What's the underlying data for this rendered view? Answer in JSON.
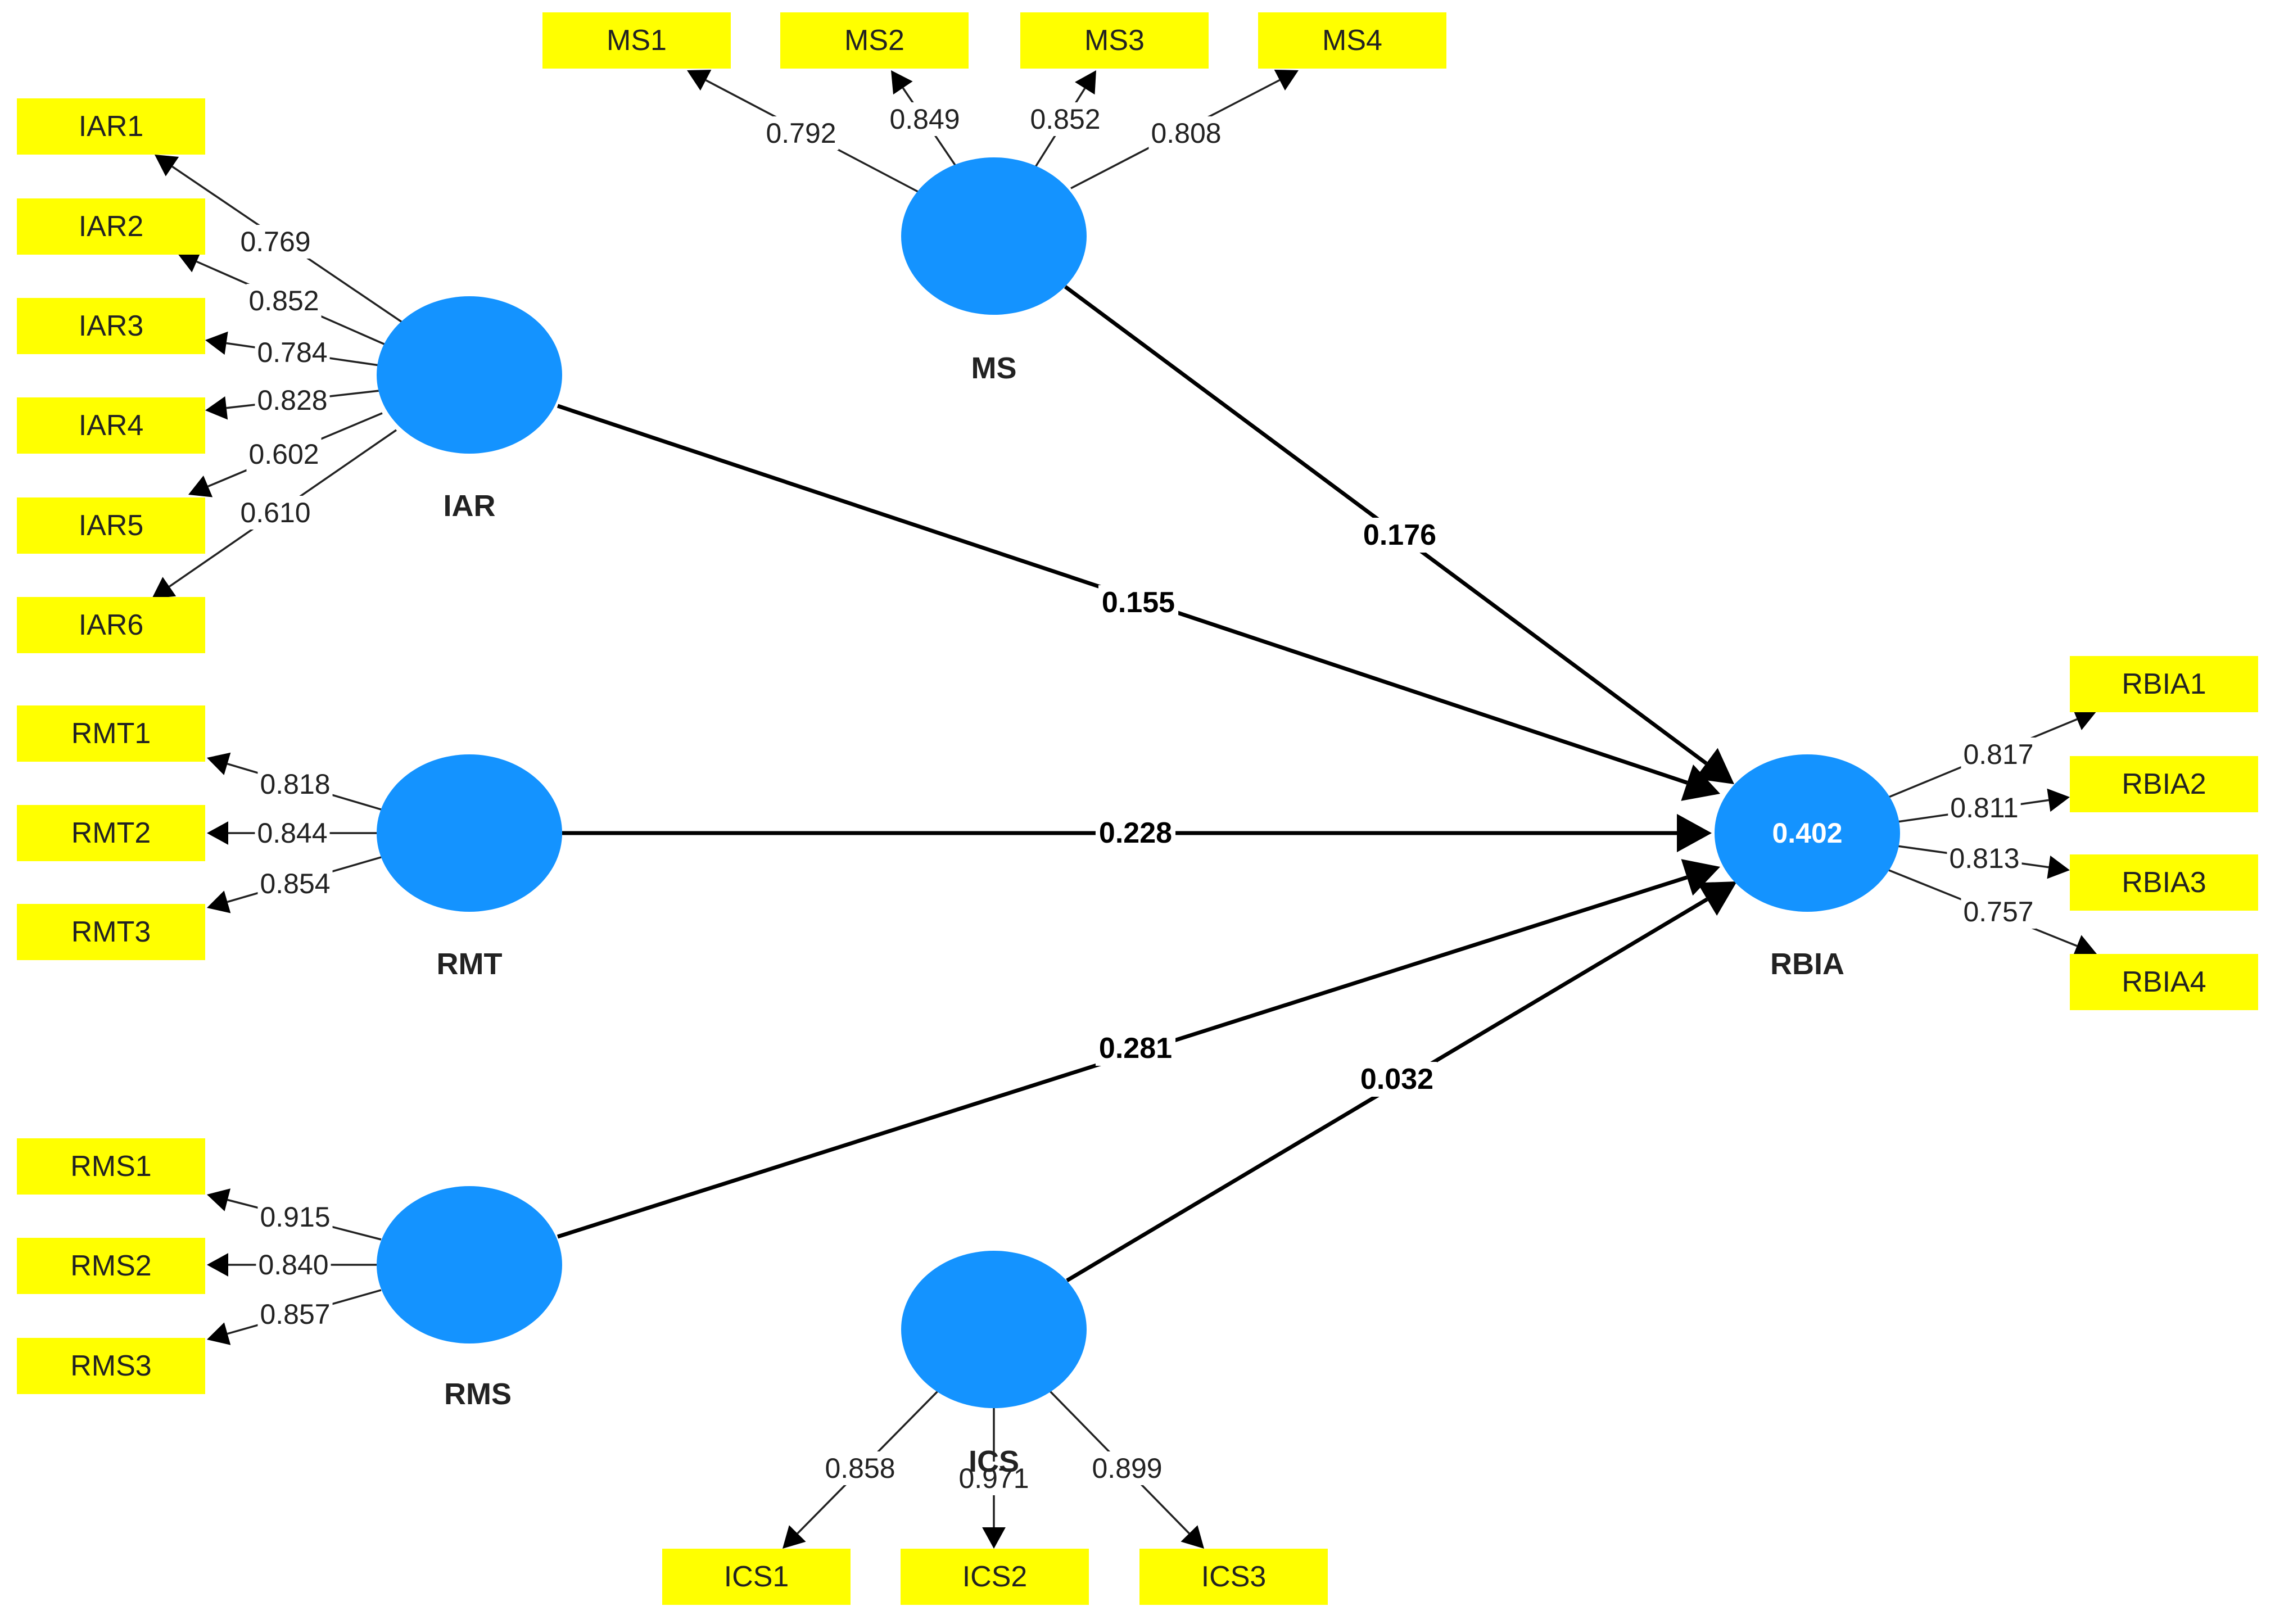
{
  "model": {
    "latent_variables": [
      {
        "id": "MS",
        "label": "MS",
        "value": ""
      },
      {
        "id": "IAR",
        "label": "IAR",
        "value": ""
      },
      {
        "id": "RMT",
        "label": "RMT",
        "value": ""
      },
      {
        "id": "RMS",
        "label": "RMS",
        "value": ""
      },
      {
        "id": "ICS",
        "label": "ICS",
        "value": ""
      },
      {
        "id": "RBIA",
        "label": "RBIA",
        "value": "0.402"
      }
    ],
    "indicators": [
      {
        "id": "MS1",
        "label": "MS1",
        "latent": "MS",
        "loading": "0.792"
      },
      {
        "id": "MS2",
        "label": "MS2",
        "latent": "MS",
        "loading": "0.849"
      },
      {
        "id": "MS3",
        "label": "MS3",
        "latent": "MS",
        "loading": "0.852"
      },
      {
        "id": "MS4",
        "label": "MS4",
        "latent": "MS",
        "loading": "0.808"
      },
      {
        "id": "IAR1",
        "label": "IAR1",
        "latent": "IAR",
        "loading": "0.769"
      },
      {
        "id": "IAR2",
        "label": "IAR2",
        "latent": "IAR",
        "loading": "0.852"
      },
      {
        "id": "IAR3",
        "label": "IAR3",
        "latent": "IAR",
        "loading": "0.784"
      },
      {
        "id": "IAR4",
        "label": "IAR4",
        "latent": "IAR",
        "loading": "0.828"
      },
      {
        "id": "IAR5",
        "label": "IAR5",
        "latent": "IAR",
        "loading": "0.602"
      },
      {
        "id": "IAR6",
        "label": "IAR6",
        "latent": "IAR",
        "loading": "0.610"
      },
      {
        "id": "RMT1",
        "label": "RMT1",
        "latent": "RMT",
        "loading": "0.818"
      },
      {
        "id": "RMT2",
        "label": "RMT2",
        "latent": "RMT",
        "loading": "0.844"
      },
      {
        "id": "RMT3",
        "label": "RMT3",
        "latent": "RMT",
        "loading": "0.854"
      },
      {
        "id": "RMS1",
        "label": "RMS1",
        "latent": "RMS",
        "loading": "0.915"
      },
      {
        "id": "RMS2",
        "label": "RMS2",
        "latent": "RMS",
        "loading": "0.840"
      },
      {
        "id": "RMS3",
        "label": "RMS3",
        "latent": "RMS",
        "loading": "0.857"
      },
      {
        "id": "ICS1",
        "label": "ICS1",
        "latent": "ICS",
        "loading": "0.858"
      },
      {
        "id": "ICS2",
        "label": "ICS2",
        "latent": "ICS",
        "loading": "0.971"
      },
      {
        "id": "ICS3",
        "label": "ICS3",
        "latent": "ICS",
        "loading": "0.899"
      },
      {
        "id": "RBIA1",
        "label": "RBIA1",
        "latent": "RBIA",
        "loading": "0.817"
      },
      {
        "id": "RBIA2",
        "label": "RBIA2",
        "latent": "RBIA",
        "loading": "0.811"
      },
      {
        "id": "RBIA3",
        "label": "RBIA3",
        "latent": "RBIA",
        "loading": "0.813"
      },
      {
        "id": "RBIA4",
        "label": "RBIA4",
        "latent": "RBIA",
        "loading": "0.757"
      }
    ],
    "paths": [
      {
        "from": "MS",
        "to": "RBIA",
        "coefficient": "0.176"
      },
      {
        "from": "IAR",
        "to": "RBIA",
        "coefficient": "0.155"
      },
      {
        "from": "RMT",
        "to": "RBIA",
        "coefficient": "0.228"
      },
      {
        "from": "RMS",
        "to": "RBIA",
        "coefficient": "0.281"
      },
      {
        "from": "ICS",
        "to": "RBIA",
        "coefficient": "0.032"
      }
    ]
  },
  "colors": {
    "latent_fill": "#1493ff",
    "indicator_fill": "#ffff00",
    "line": "#000000"
  }
}
